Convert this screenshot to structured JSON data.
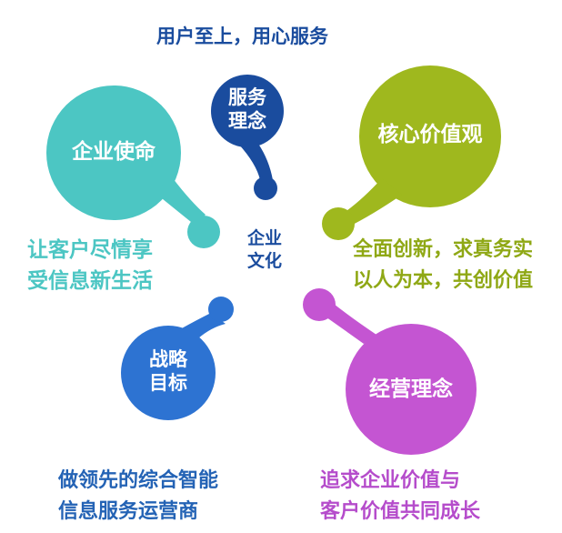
{
  "slogan": "用户至上，用心服务",
  "center": {
    "line1": "企业",
    "line2": "文化"
  },
  "bubbles": {
    "service": {
      "line1": "服务",
      "line2": "理念",
      "color": "#1a4c9e"
    },
    "mission": {
      "label": "企业使命",
      "color": "#4cc6c3"
    },
    "values": {
      "label": "核心价值观",
      "color": "#9fb81e"
    },
    "strategy": {
      "line1": "战略",
      "line2": "目标",
      "color": "#2d73d2"
    },
    "operation": {
      "label": "经营理念",
      "color": "#c455d2"
    }
  },
  "captions": {
    "mission": {
      "line1": "让客户尽情享",
      "line2": "受信息新生活",
      "color": "#4cc6c3"
    },
    "values": {
      "line1": "全面创新，求真务实",
      "line2": "以人为本，共创价值",
      "color": "#8fa815"
    },
    "strategy": {
      "line1": "做领先的综合智能",
      "line2": "信息服务运营商",
      "color": "#2463b5"
    },
    "operation": {
      "line1": "追求企业价值与",
      "line2": "客户价值共同成长",
      "color": "#b54ccb"
    }
  },
  "colors": {
    "slogan": "#1a4c9e",
    "center": "#1a4c9e"
  }
}
